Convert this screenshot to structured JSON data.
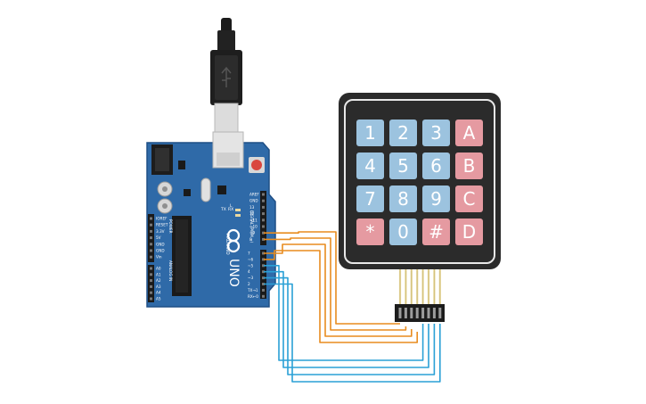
{
  "colors": {
    "board": "#2f6aa8",
    "board_edge": "#1f4f86",
    "keypad_frame": "#2b2b2b",
    "key_blue": "#9cc3df",
    "key_red": "#e59aa1",
    "wire_orange": "#e88c1f",
    "wire_blue": "#2aa0d6"
  },
  "arduino": {
    "model_label": "UNO",
    "brand_label": "ARDUINO",
    "tx_label": "TX",
    "rx_label": "RX",
    "l_label": "L",
    "power_header_label": "POWER",
    "analog_header_label": "ANALOG IN",
    "digital_header_label": "DIGITAL (PWM ~)",
    "top_pins": [
      "AREF",
      "GND",
      "13",
      "12",
      "~11",
      "~10",
      "~9",
      "8"
    ],
    "bottom_pins": [
      "7",
      "~6",
      "~5",
      "4",
      "~3",
      "2",
      "TX→1",
      "RX←0"
    ],
    "power_pins": [
      "IOREF",
      "RESET",
      "3.3V",
      "5V",
      "GND",
      "GND",
      "Vin"
    ],
    "analog_pins": [
      "A0",
      "A1",
      "A2",
      "A3",
      "A4",
      "A5"
    ]
  },
  "keypad": {
    "rows": [
      [
        {
          "label": "1",
          "kind": "blue"
        },
        {
          "label": "2",
          "kind": "blue"
        },
        {
          "label": "3",
          "kind": "blue"
        },
        {
          "label": "A",
          "kind": "red"
        }
      ],
      [
        {
          "label": "4",
          "kind": "blue"
        },
        {
          "label": "5",
          "kind": "blue"
        },
        {
          "label": "6",
          "kind": "blue"
        },
        {
          "label": "B",
          "kind": "red"
        }
      ],
      [
        {
          "label": "7",
          "kind": "blue"
        },
        {
          "label": "8",
          "kind": "blue"
        },
        {
          "label": "9",
          "kind": "blue"
        },
        {
          "label": "C",
          "kind": "red"
        }
      ],
      [
        {
          "label": "*",
          "kind": "red"
        },
        {
          "label": "0",
          "kind": "blue"
        },
        {
          "label": "#",
          "kind": "red"
        },
        {
          "label": "D",
          "kind": "red"
        }
      ]
    ]
  },
  "wires": [
    {
      "from_pin": "~9",
      "connector_pin": 1,
      "color": "orange"
    },
    {
      "from_pin": "8",
      "connector_pin": 2,
      "color": "orange"
    },
    {
      "from_pin": "7",
      "connector_pin": 3,
      "color": "orange"
    },
    {
      "from_pin": "~6",
      "connector_pin": 4,
      "color": "orange"
    },
    {
      "from_pin": "~5",
      "connector_pin": 5,
      "color": "blue"
    },
    {
      "from_pin": "4",
      "connector_pin": 6,
      "color": "blue"
    },
    {
      "from_pin": "~3",
      "connector_pin": 7,
      "color": "blue"
    },
    {
      "from_pin": "2",
      "connector_pin": 8,
      "color": "blue"
    }
  ]
}
